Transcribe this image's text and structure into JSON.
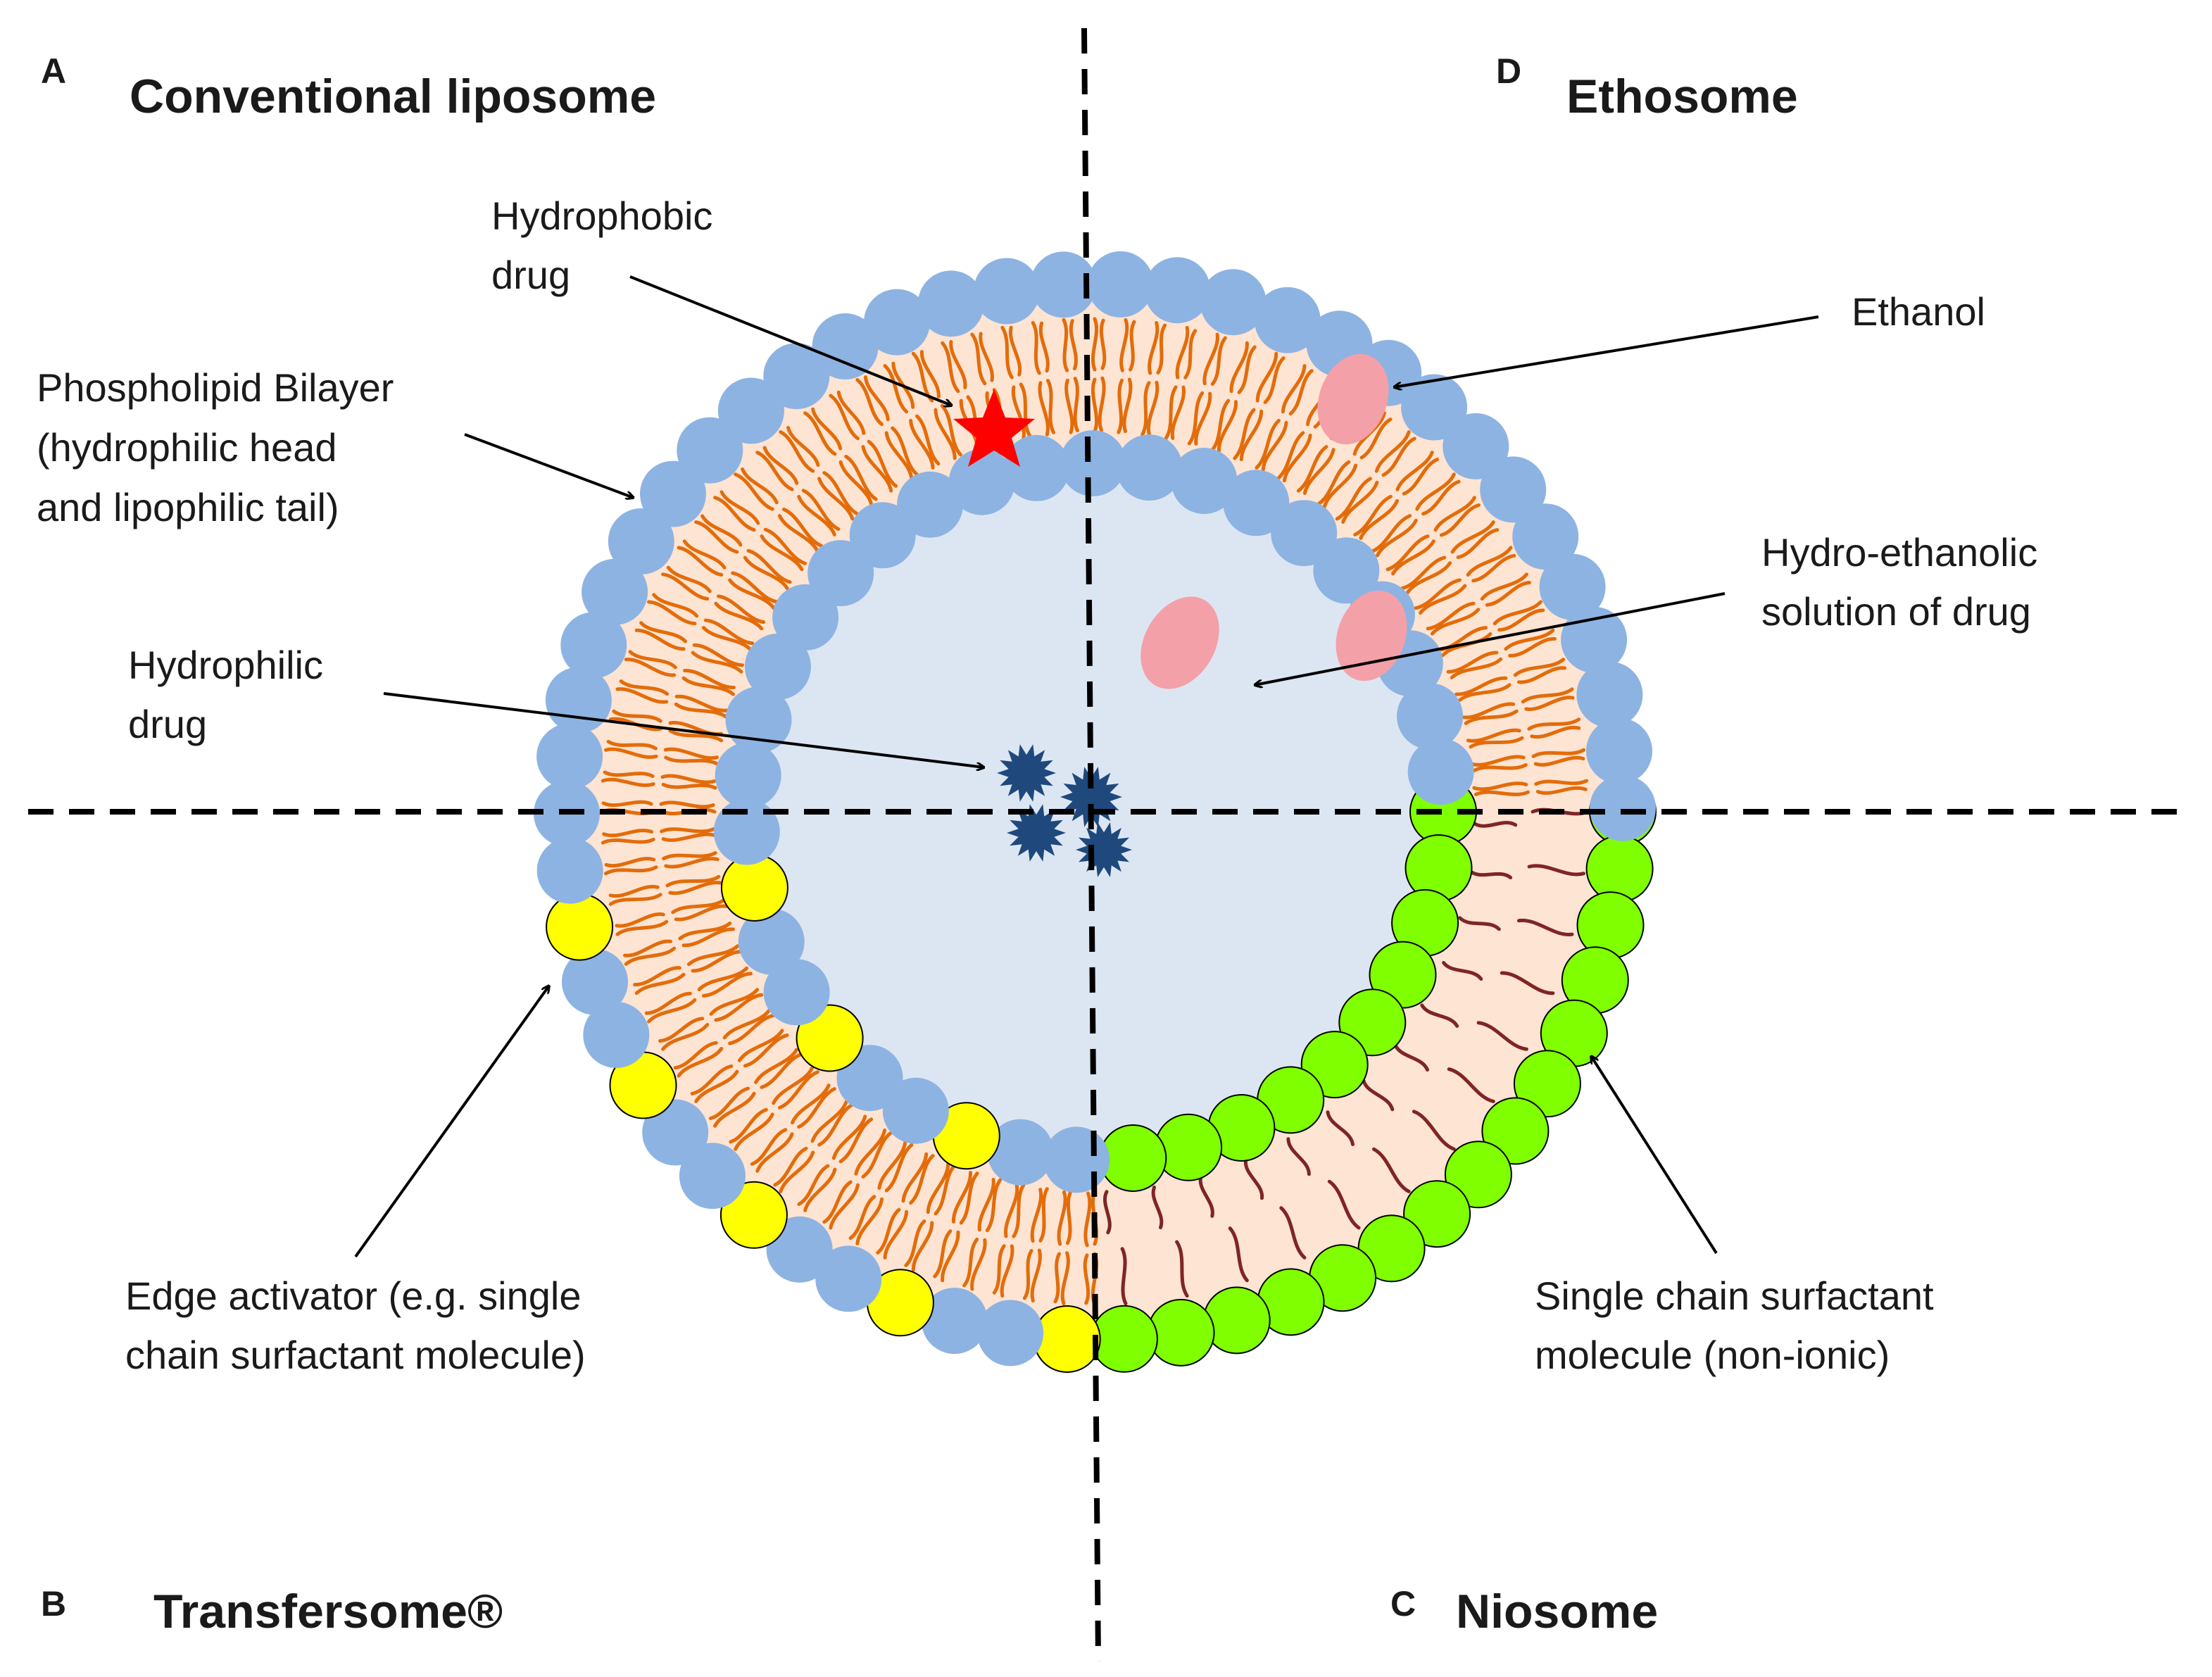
{
  "quadrants": {
    "a": {
      "letter": "A",
      "title": "Conventional liposome"
    },
    "b": {
      "letter": "B",
      "title": "Transfersome®"
    },
    "c": {
      "letter": "C",
      "title": "Niosome"
    },
    "d": {
      "letter": "D",
      "title": "Ethosome"
    }
  },
  "labels": {
    "hydrophobic_drug": [
      "Hydrophobic",
      "drug"
    ],
    "phospholipid": [
      "Phospholipid Bilayer",
      "(hydrophilic head",
      "and lipophilic tail)"
    ],
    "hydrophilic_drug": [
      "Hydrophilic",
      "drug"
    ],
    "ethanol": [
      "Ethanol"
    ],
    "hydro_ethanolic": [
      "Hydro-ethanolic",
      "solution of drug"
    ],
    "edge_activator": [
      "Edge activator (e.g. single",
      "chain surfactant molecule)"
    ],
    "single_chain": [
      "Single chain surfactant",
      "molecule (non-ionic)"
    ]
  },
  "colors": {
    "phospholipid_head": "#8db3e2",
    "bilayer_fill": "#fde4d3",
    "core_fill": "#dce6f2",
    "lipid_tail": "#e36c0a",
    "surfactant_tail": "#7f2525",
    "edge_activator_head": "#ffff00",
    "niosome_head": "#7fff00",
    "ethanol": "#f4a0a8",
    "hydrophobic_drug": "#ff0000",
    "hydrophilic_drug": "#1f497d"
  }
}
